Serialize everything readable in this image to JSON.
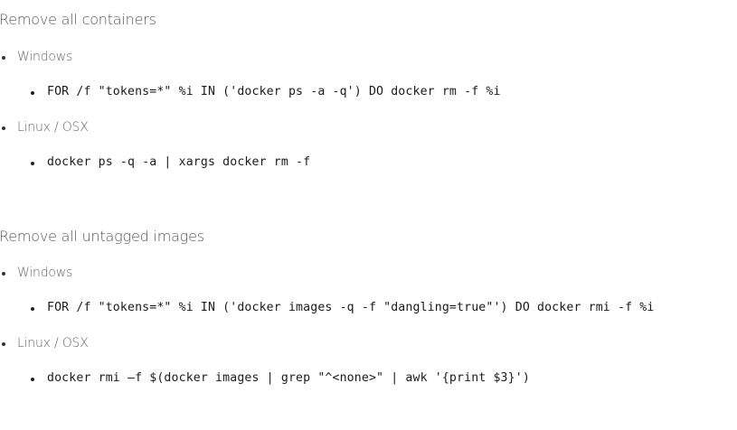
{
  "sections": [
    {
      "heading": "Remove all containers",
      "platforms": [
        {
          "label": "Windows",
          "command": "FOR /f \"tokens=*\" %i IN ('docker ps -a -q') DO docker rm -f %i"
        },
        {
          "label": "Linux / OSX",
          "command": "docker ps -q -a | xargs docker rm -f"
        }
      ]
    },
    {
      "heading": "Remove all untagged images",
      "platforms": [
        {
          "label": "Windows",
          "command": "FOR /f \"tokens=*\" %i IN ('docker images -q -f \"dangling=true\"') DO docker rmi -f %i"
        },
        {
          "label": "Linux / OSX",
          "command": "docker rmi –f $(docker images | grep \"^<none>\" | awk '{print $3}')"
        }
      ]
    }
  ]
}
